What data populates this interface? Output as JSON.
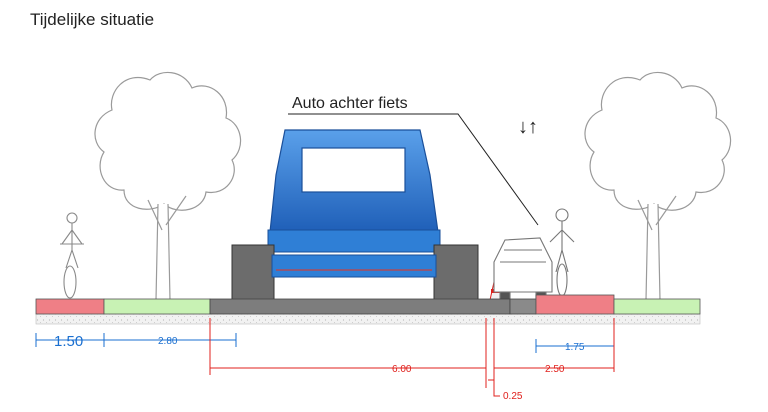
{
  "title": "Tijdelijke situatie",
  "callout": "Auto achter fiets",
  "direction_symbol": "↓↑",
  "dimensions": {
    "bike_lane_left": "1.50",
    "verge_left": "2.80",
    "roadway": "6.00",
    "gap": "0.25",
    "right_total": "2.50",
    "bike_lane_right": "1.75"
  },
  "colors": {
    "bike_lane": "#ef7f86",
    "verge": "#c8f2b4",
    "roadway": "#7d7d7d",
    "dimension": "#e0201c",
    "dimension_blue": "#1a6fd0",
    "vehicle": "#2f7fd6"
  }
}
